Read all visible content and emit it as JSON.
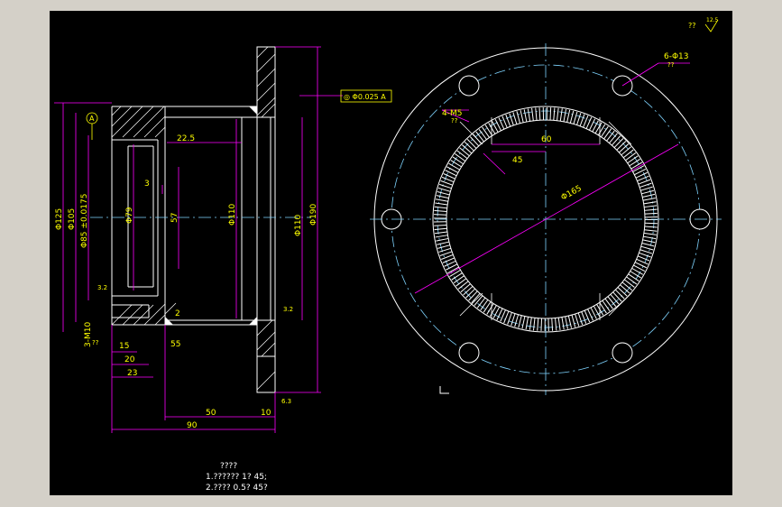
{
  "drawing": {
    "roughness_mark": "??",
    "roughness_value": "12.5",
    "datum_label": "A",
    "geometric_tolerance": "◎ Φ0.025 A",
    "section_dims": {
      "d125": "Φ125",
      "d105": "Φ105",
      "d85": "Φ85 ±0.0175",
      "d79": "Φ79",
      "d57": "57",
      "d110": "Φ110",
      "d110tol": "Φ110",
      "d190": "Φ190",
      "dim3": "3",
      "dim22_5": "22.5",
      "dim2": "2",
      "dim15": "15",
      "dim20": "20",
      "dim23": "23",
      "dim55": "55",
      "dim50": "50",
      "dim10": "10",
      "dim90": "90",
      "thread": "3-M10",
      "thread_q": "??",
      "ra32a": "3.2",
      "ra32b": "3.2",
      "ra63": "6.3"
    },
    "plan_dims": {
      "holes": "6-Φ13",
      "holes_q": "??",
      "m5": "4-M5",
      "m5_q": "??",
      "d60": "60",
      "a45": "45",
      "d165": "Φ165"
    },
    "notes": {
      "title": "????",
      "line1": "1.??????   1? 45;",
      "line2": "2.????   0.5? 45?"
    }
  }
}
